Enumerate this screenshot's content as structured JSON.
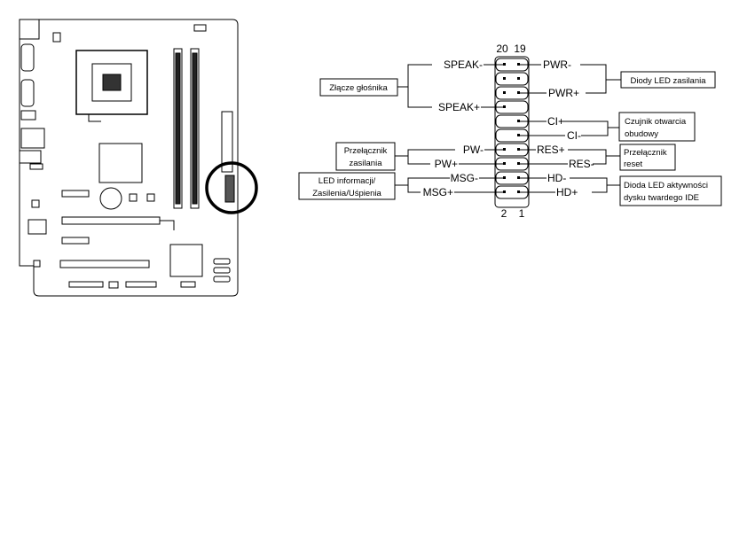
{
  "pin_numbers": {
    "top_left": "20",
    "top_right": "19",
    "bottom_left": "2",
    "bottom_right": "1"
  },
  "signals": {
    "speak_minus": "SPEAK-",
    "speak_plus": "SPEAK+",
    "pwr_minus": "PWR-",
    "pwr_plus": "PWR+",
    "ci_plus": "CI+",
    "ci_minus": "CI-",
    "pw_minus": "PW-",
    "pw_plus": "PW+",
    "res_plus": "RES+",
    "res_minus": "RES-",
    "msg_minus": "MSG-",
    "msg_plus": "MSG+",
    "hd_minus": "HD-",
    "hd_plus": "HD+"
  },
  "labels": {
    "speaker": "Złącze głośnika",
    "power_led": "Diody LED zasilania",
    "chassis_intrusion": [
      "Czujnik otwarcia",
      "obudowy"
    ],
    "power_switch": [
      "Przełącznik",
      "zasilania"
    ],
    "reset_switch": [
      "Przełącznik",
      "reset"
    ],
    "message_led": [
      "LED informacji/",
      "Zasilenia/Uśpienia"
    ],
    "hdd_led": [
      "Dioda LED aktywności",
      "dysku twardego IDE"
    ]
  }
}
